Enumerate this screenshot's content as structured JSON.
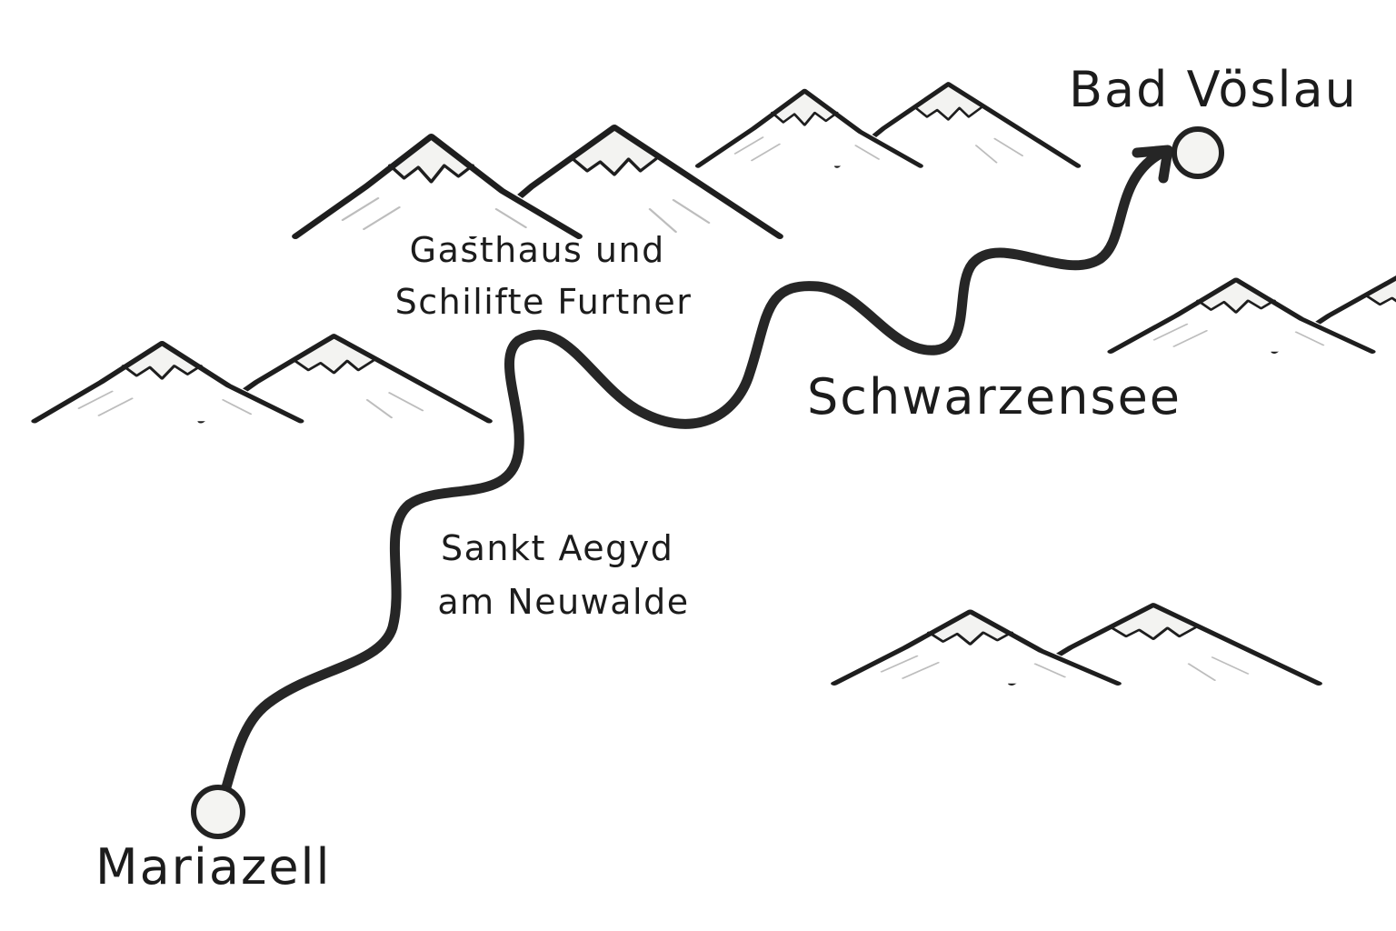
{
  "map": {
    "route": {
      "origin": "Mariazell",
      "destination": "Bad Vöslau",
      "waypoints": [
        {
          "label_lines": [
            "Sankt Aegyd",
            "am Neuwalde"
          ]
        },
        {
          "label_lines": [
            "Gasthaus und",
            "Schilifte Furtner"
          ]
        },
        {
          "label_lines": [
            "Schwarzensee"
          ]
        }
      ]
    },
    "colors": {
      "route": "#262626",
      "marker_fill": "#f4f4f2",
      "mountain_line": "#1e1e1e",
      "snow": "#f3f3f1",
      "background": "#ffffff"
    },
    "icons": [
      "mountain-range-icon",
      "start-marker-icon",
      "end-marker-icon",
      "arrow-head-icon"
    ]
  }
}
